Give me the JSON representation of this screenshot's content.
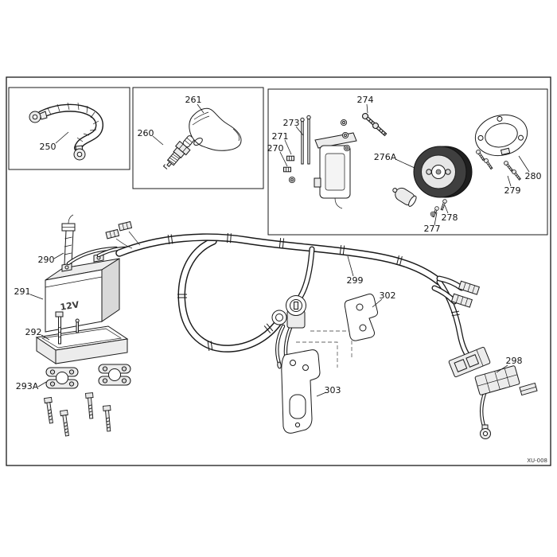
{
  "diagram": {
    "code": "XU-008",
    "battery_voltage": "12V",
    "colors": {
      "line": "#1a1a1a",
      "flywheel_dark": "#3f3f3f",
      "paper": "#ffffff"
    },
    "parts": {
      "battery_cable": "250",
      "spark_plug": "260",
      "spark_plug_cap": "261",
      "nut": "270",
      "washer": "271",
      "ignition_coil": "273",
      "coil_bolts": "274",
      "flywheel_rotor": "276A",
      "screw_a": "277",
      "screw_b": "278",
      "stator_screws": "279",
      "stator_plate": "280",
      "battery_band": "290",
      "battery": "291",
      "battery_tray": "292",
      "clamp": "293A",
      "connector_set": "298",
      "wire_harness": "299",
      "bracket_small": "302",
      "bracket_large": "303"
    }
  }
}
